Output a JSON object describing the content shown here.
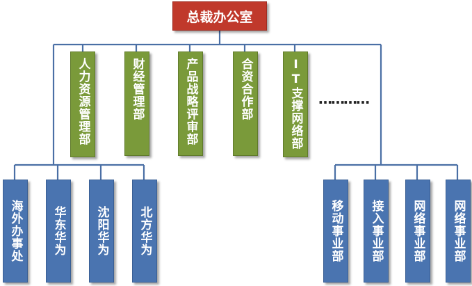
{
  "root": {
    "label": "总裁办公室"
  },
  "departments": [
    {
      "label": "人力资源管理部"
    },
    {
      "label": "财经管理部"
    },
    {
      "label": "产品战略评审部"
    },
    {
      "label": "合资合作部"
    },
    {
      "label": "IT支撑网络部"
    }
  ],
  "ellipsis": "…………",
  "regions": [
    {
      "label": "海外办事处"
    },
    {
      "label": "华东华为"
    },
    {
      "label": "沈阳华为"
    },
    {
      "label": "北方华为"
    }
  ],
  "business_units": [
    {
      "label": "移动事业部"
    },
    {
      "label": "接入事业部"
    },
    {
      "label": "网络事业部"
    },
    {
      "label": "网络事业部"
    }
  ],
  "colors": {
    "root": "#c0392b",
    "department": "#7a9a3a",
    "unit": "#4a74b0",
    "connector": "#4a6fa5"
  }
}
